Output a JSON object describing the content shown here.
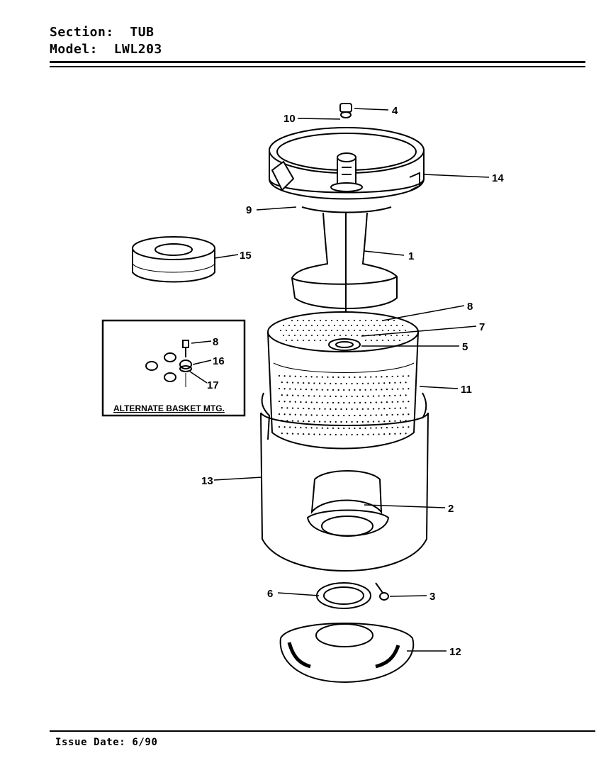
{
  "header": {
    "section_label": "Section:",
    "section_value": "TUB",
    "model_label": "Model:",
    "model_value": "LWL203"
  },
  "diagram": {
    "callouts": [
      "4",
      "10",
      "14",
      "9",
      "1",
      "15",
      "8",
      "7",
      "5",
      "11",
      "13",
      "2",
      "6",
      "3",
      "12"
    ],
    "inset": {
      "title": "ALTERNATE BASKET MTG.",
      "callouts": [
        "8",
        "16",
        "17"
      ]
    }
  },
  "footer": {
    "issue_label": "Issue Date:",
    "issue_value": "6/90"
  }
}
